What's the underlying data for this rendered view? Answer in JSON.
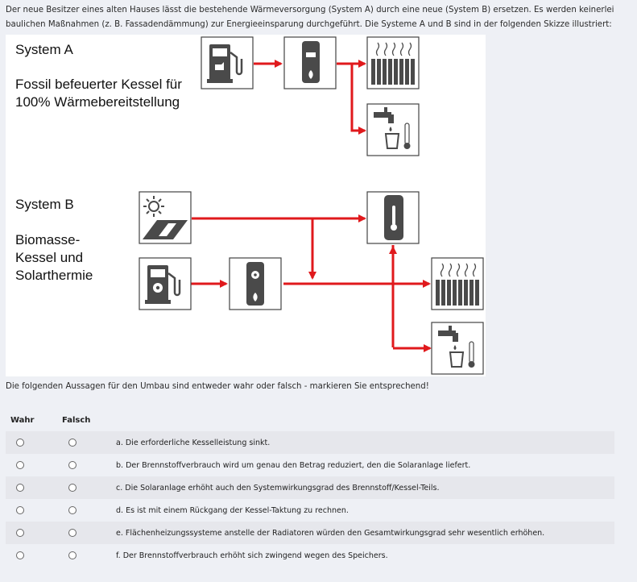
{
  "intro": "Der neue Besitzer eines alten Hauses lässt die bestehende Wärmeversorgung (System A) durch eine neue (System B) ersetzen. Es werden keinerlei baulichen Maßnahmen (z. B. Fassadendämmung) zur Energieeinsparung durchgeführt. Die Systeme A und B sind in der folgenden Skizze illustriert:",
  "figure": {
    "system_a": {
      "title": "System A",
      "desc": "Fossil befeuerter Kessel für\n100% Wärmebereitstellung"
    },
    "system_b": {
      "title": "System B",
      "desc": "Biomasse-\nKessel und\nSolarthermie"
    },
    "icons": [
      "fuel-pump-icon",
      "boiler-icon",
      "radiator-icon",
      "tap-water-icon",
      "solar-collector-icon",
      "biomass-pump-icon",
      "biomass-boiler-icon",
      "storage-tank-icon"
    ],
    "arrow_color": "#e0191c"
  },
  "question": "Die folgenden Aussagen für den Umbau sind entweder wahr oder falsch - markieren Sie entsprechend!",
  "columns": {
    "true": "Wahr",
    "false": "Falsch"
  },
  "statements": [
    "a. Die erforderliche Kesselleistung sinkt.",
    "b. Der Brennstoffverbrauch wird um genau den Betrag reduziert, den die Solaranlage liefert.",
    "c. Die Solaranlage erhöht auch den Systemwirkungsgrad des Brennstoff/Kessel-Teils.",
    "d. Es ist mit einem Rückgang der Kessel-Taktung zu rechnen.",
    "e. Flächenheizungssysteme anstelle der Radiatoren würden den Gesamtwirkungsgrad sehr wesentlich erhöhen.",
    "f. Der Brennstoffverbrauch erhöht sich zwingend wegen des Speichers."
  ]
}
